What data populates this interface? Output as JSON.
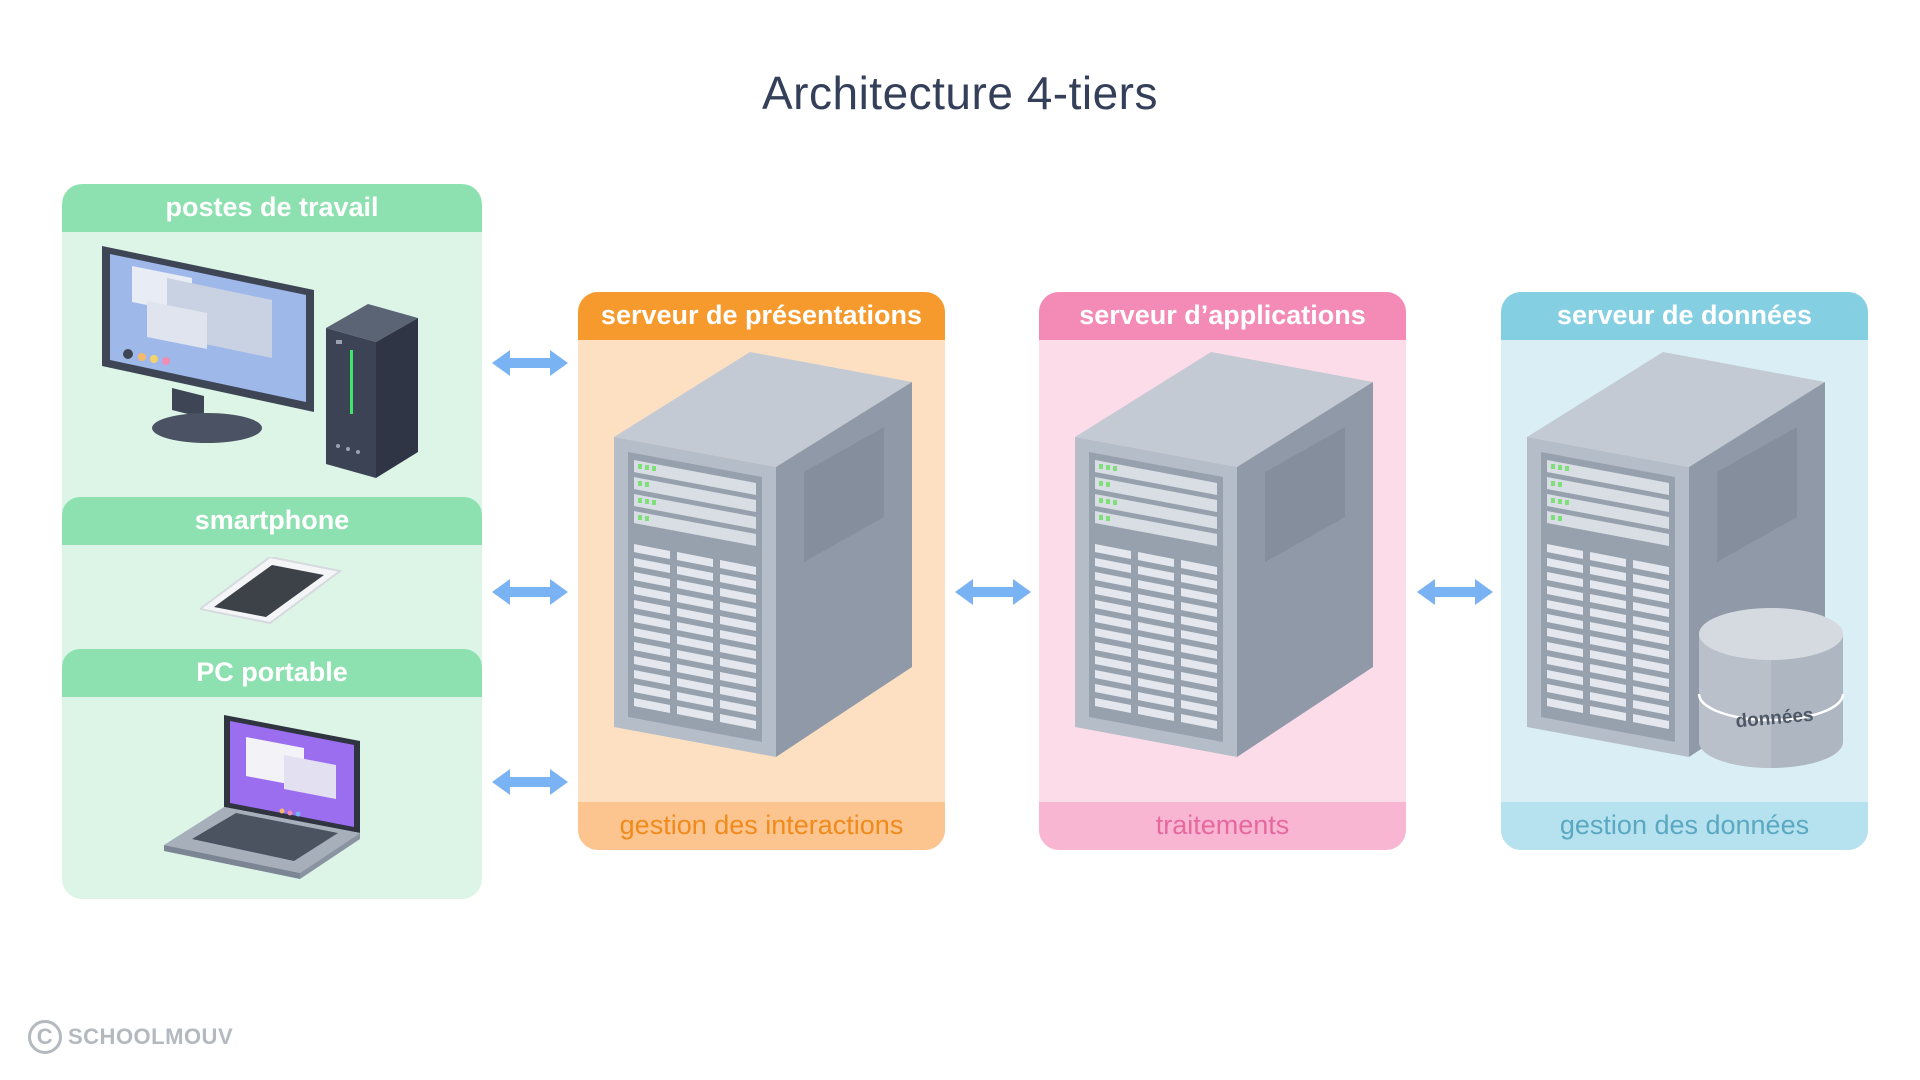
{
  "title": "Architecture 4-tiers",
  "clients": {
    "workstation": "postes de travail",
    "smartphone": "smartphone",
    "laptop": "PC portable"
  },
  "tiers": [
    {
      "header": "serveur de présentations",
      "footer": "gestion des interactions",
      "color": "#f79a2e"
    },
    {
      "header": "serveur d’applications",
      "footer": "traitements",
      "color": "#f48ab6"
    },
    {
      "header": "serveur de données",
      "footer": "gestion des données",
      "color": "#85cfe3"
    }
  ],
  "database_label": "données",
  "copyright": {
    "symbol": "C",
    "brand": "SCHOOLMOUV"
  },
  "arrow_color": "#7ab3f3",
  "client_color": "#8de0b0"
}
